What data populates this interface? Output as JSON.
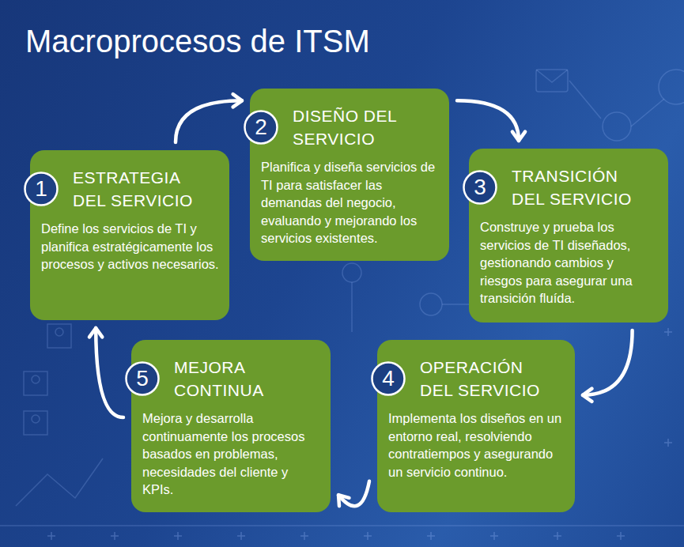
{
  "diagram": {
    "title": "Macroprocesos de ITSM",
    "nodes": [
      {
        "text": [
          "ESTRATEGIA DEL SERVICIO",
          "Define los servicios de TI y planifica estratégicamente los procesos y activos necesarios."
        ]
      },
      {
        "text": [
          "1"
        ],
        "in": 0
      },
      {
        "text": [
          "DISEÑO DEL SERVICIO",
          "Planifica y diseña servicios de TI para satisfacer las demandas del negocio, evaluando y mejorando los servicios existentes."
        ]
      },
      {
        "text": [
          "2"
        ],
        "in": 2
      },
      {
        "text": [
          "TRANSICIÓN DEL SERVICIO",
          "Construye y prueba los servicios de TI diseñados, gestionando cambios y riesgos para asegurar una transición fluída."
        ]
      },
      {
        "text": [
          "3"
        ],
        "in": 4
      },
      {
        "text": [
          "OPERACIÓN DEL SERVICIO",
          "Implementa los diseños en un entorno real, resolviendo contratiempos y asegurando un servicio continuo."
        ]
      },
      {
        "text": [
          "4"
        ],
        "in": 6
      },
      {
        "text": [
          "MEJORA CONTINUA",
          "Mejora y desarrolla continuamente los procesos basados en problemas, necesidades del cliente y KPIs."
        ]
      },
      {
        "text": [
          "5"
        ],
        "in": 8
      }
    ],
    "edges": [
      {
        "from": 0,
        "to": 2,
        "arrow": "to"
      },
      {
        "from": 2,
        "to": 4,
        "arrow": "to"
      },
      {
        "from": 4,
        "to": 6,
        "arrow": "to"
      },
      {
        "from": 6,
        "to": 8,
        "arrow": "to"
      },
      {
        "from": 8,
        "to": 0,
        "arrow": "to"
      }
    ]
  }
}
